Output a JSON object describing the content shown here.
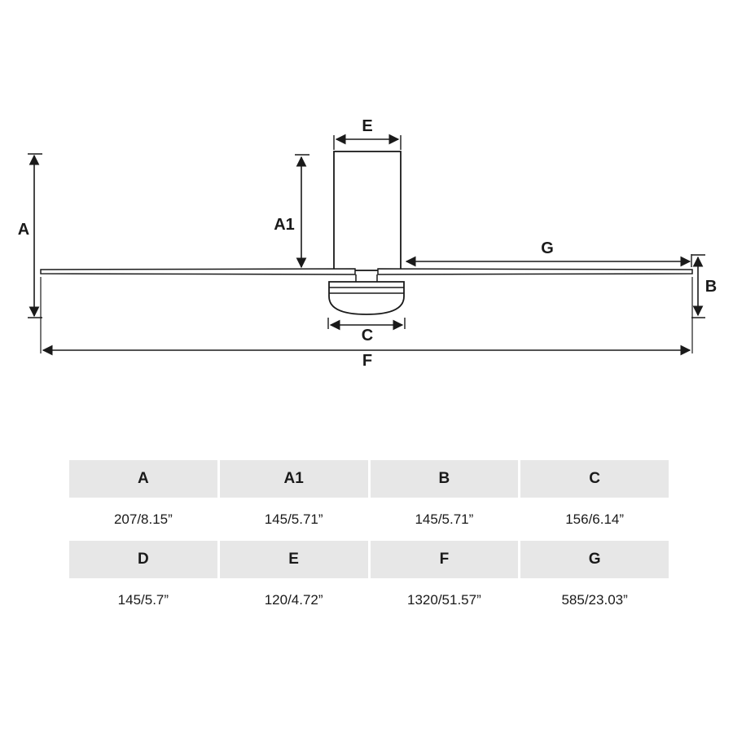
{
  "diagram": {
    "labels": {
      "A": "A",
      "A1": "A1",
      "B": "B",
      "C": "C",
      "E": "E",
      "F": "F",
      "G": "G"
    }
  },
  "table": {
    "headers1": [
      "A",
      "A1",
      "B",
      "C"
    ],
    "values1": [
      "207/8.15”",
      "145/5.71”",
      "145/5.71”",
      "156/6.14”"
    ],
    "headers2": [
      "D",
      "E",
      "F",
      "G"
    ],
    "values2": [
      "145/5.7”",
      "120/4.72”",
      "1320/51.57”",
      "585/23.03”"
    ]
  }
}
